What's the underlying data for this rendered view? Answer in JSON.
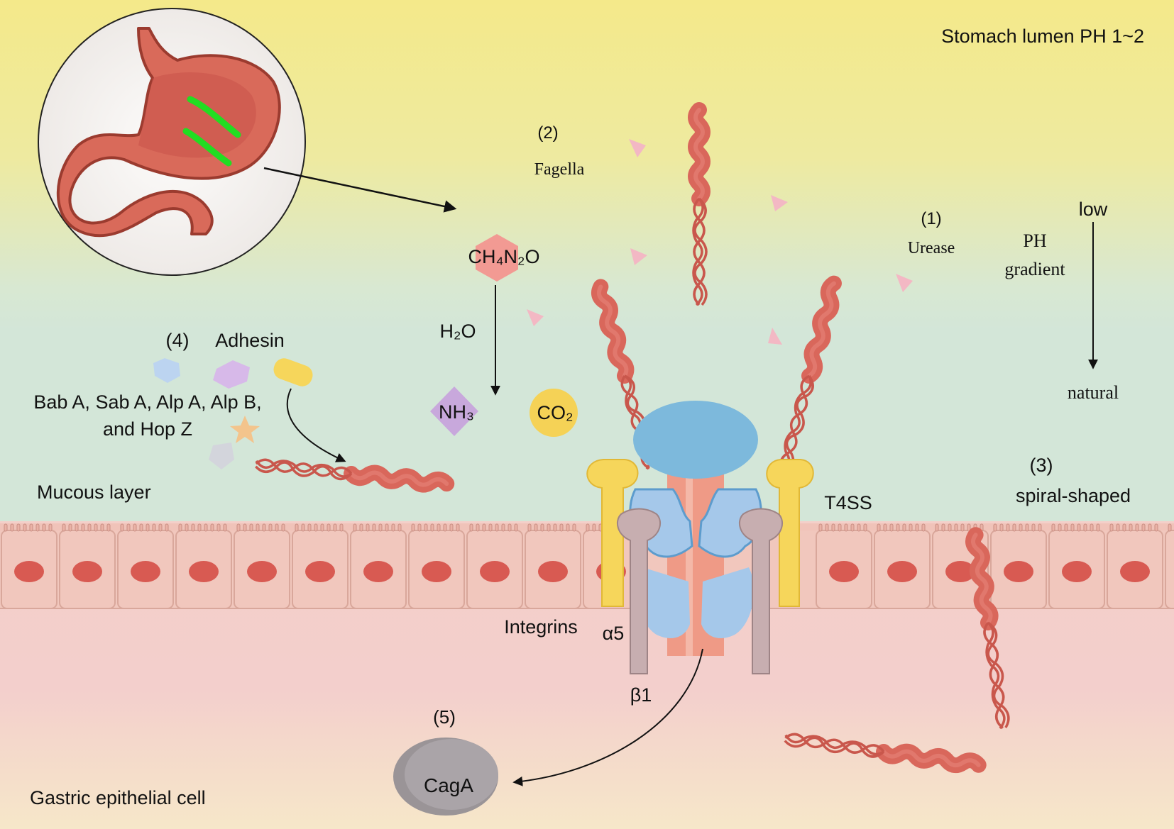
{
  "labels": {
    "lumen": "Stomach lumen PH 1~2",
    "step2": "(2)",
    "fagella": "Fagella",
    "urea": "CH₄N₂O",
    "water": "H₂O",
    "ammonia": "NH₃",
    "co2": "CO₂",
    "step1": "(1)",
    "urease": "Urease",
    "ph_word": "PH",
    "gradient_word": "gradient",
    "low": "low",
    "natural": "natural",
    "step4": "(4)",
    "adhesin": "Adhesin",
    "adhesin_list_1": "Bab A, Sab A, Alp A, Alp B,",
    "adhesin_list_2": "and Hop Z",
    "mucous": "Mucous layer",
    "step3": "(3)",
    "spiral": "spiral-shaped",
    "t4ss": "T4SS",
    "integrins": "Integrins",
    "alpha5": "α5",
    "beta1": "β1",
    "step5": "(5)",
    "caga": "CagA",
    "epithelial": "Gastric epithelial cell"
  },
  "colors": {
    "lumen_top": "#f4e98a",
    "mucus": "#d8e8d2",
    "cell_fill": "#f1c7bd",
    "cell_stroke": "#d9a79b",
    "nucleus": "#d85a52",
    "cytoplasm": "#f3cfcc",
    "bottom": "#f6e6c8",
    "bacterium": "#d9675b",
    "flagella": "#c9574c",
    "pink_triangle": "#f3b8c4",
    "urea_hex": "#f29a93",
    "nh3_diamond": "#c8a8dc",
    "co2_circle": "#f5d256",
    "t4ss_cap": "#7db9dc",
    "t4ss_core": "#ef9a86",
    "t4ss_wing": "#a5c8ea",
    "integrin": "#c7aeb0",
    "yellow_anchor": "#f6d65b",
    "caga": "#a9a3a7"
  },
  "icons": [
    "stomach-icon",
    "bacterium-icon",
    "urea-hexagon-icon",
    "ammonia-diamond-icon",
    "co2-circle-icon",
    "t4ss-icon",
    "integrin-icon",
    "caga-icon",
    "adhesin-shapes-icon"
  ]
}
